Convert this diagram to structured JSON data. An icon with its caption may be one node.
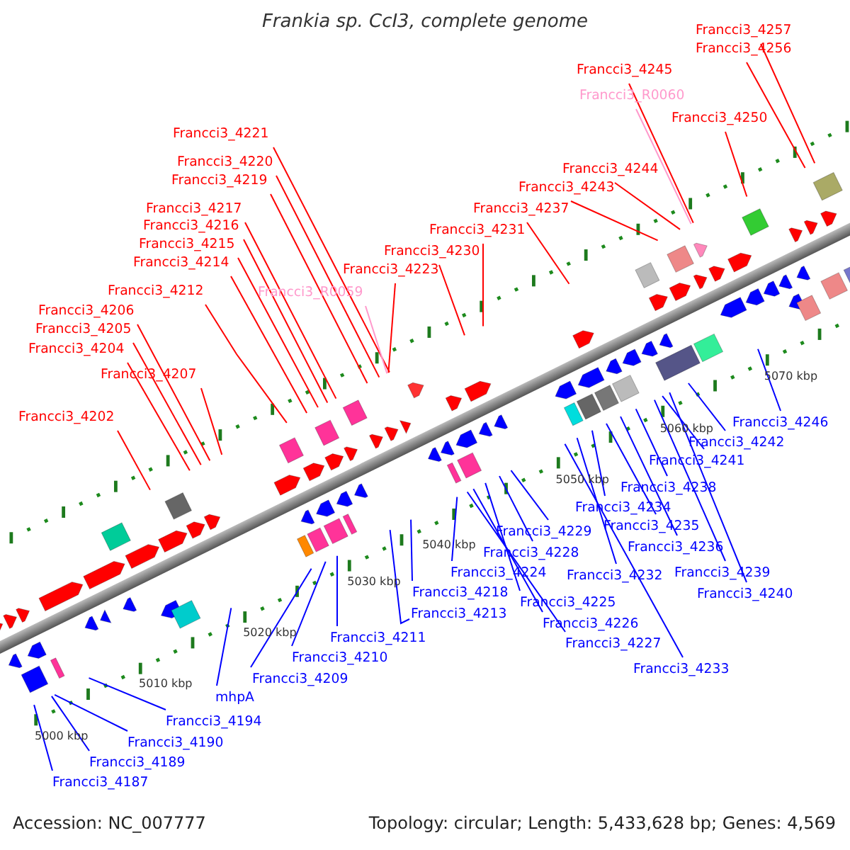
{
  "diagram": {
    "title": "Frankia sp. CcI3, complete genome",
    "nodes": [
      {
        "text": [
          "Francci3_4257"
        ]
      },
      {
        "text": [
          "Francci3_4256"
        ]
      },
      {
        "text": [
          "Francci3_4245"
        ]
      },
      {
        "text": [
          "Francci3_R0060"
        ]
      },
      {
        "text": [
          "Francci3_4250"
        ]
      },
      {
        "text": [
          "Francci3_4221"
        ]
      },
      {
        "text": [
          "Francci3_4220"
        ]
      },
      {
        "text": [
          "Francci3_4244"
        ]
      },
      {
        "text": [
          "Francci3_4219"
        ]
      },
      {
        "text": [
          "Francci3_4243"
        ]
      },
      {
        "text": [
          "Francci3_4237"
        ]
      },
      {
        "text": [
          "Francci3_4217"
        ]
      },
      {
        "text": [
          "Francci3_4216"
        ]
      },
      {
        "text": [
          "Francci3_4231"
        ]
      },
      {
        "text": [
          "Francci3_4215"
        ]
      },
      {
        "text": [
          "Francci3_4230"
        ]
      },
      {
        "text": [
          "Francci3_4214"
        ]
      },
      {
        "text": [
          "Francci3_4223"
        ]
      },
      {
        "text": [
          "Francci3_4212"
        ]
      },
      {
        "text": [
          "Francci3_R0059"
        ]
      },
      {
        "text": [
          "Francci3_4206"
        ]
      },
      {
        "text": [
          "Francci3_4205"
        ]
      },
      {
        "text": [
          "Francci3_4204"
        ]
      },
      {
        "text": [
          "Francci3_4207"
        ]
      },
      {
        "text": [
          "Francci3_4202"
        ]
      },
      {
        "text": [
          "Francci3_4246"
        ]
      },
      {
        "text": [
          "Francci3_4242"
        ]
      },
      {
        "text": [
          "Francci3_4241"
        ]
      },
      {
        "text": [
          "Francci3_4238"
        ]
      },
      {
        "text": [
          "Francci3_4234"
        ]
      },
      {
        "text": [
          "Francci3_4235"
        ]
      },
      {
        "text": [
          "Francci3_4229"
        ]
      },
      {
        "text": [
          "Francci3_4236"
        ]
      },
      {
        "text": [
          "Francci3_4228"
        ]
      },
      {
        "text": [
          "Francci3_4239"
        ]
      },
      {
        "text": [
          "Francci3_4224"
        ]
      },
      {
        "text": [
          "Francci3_4232"
        ]
      },
      {
        "text": [
          "Francci3_4218"
        ]
      },
      {
        "text": [
          "Francci3_4240"
        ]
      },
      {
        "text": [
          "Francci3_4213"
        ]
      },
      {
        "text": [
          "Francci3_4225"
        ]
      },
      {
        "text": [
          "Francci3_4226"
        ]
      },
      {
        "text": [
          "Francci3_4211"
        ]
      },
      {
        "text": [
          "Francci3_4227"
        ]
      },
      {
        "text": [
          "Francci3_4210"
        ]
      },
      {
        "text": [
          "Francci3_4233"
        ]
      },
      {
        "text": [
          "Francci3_4209"
        ]
      },
      {
        "text": [
          "mhpA"
        ]
      },
      {
        "text": [
          "Francci3_4194"
        ]
      },
      {
        "text": [
          "Francci3_4190"
        ]
      },
      {
        "text": [
          "Francci3_4189"
        ]
      },
      {
        "text": [
          "Francci3_4187"
        ]
      }
    ],
    "edges": [
      {
        "from": 0,
        "to": null,
        "arrow": "none",
        "color": "#ff0000"
      },
      {
        "from": 1,
        "to": null,
        "arrow": "none",
        "color": "#ff0000"
      },
      {
        "from": 2,
        "to": null,
        "arrow": "none",
        "color": "#ff0000"
      },
      {
        "from": 3,
        "to": null,
        "arrow": "none",
        "color": "#ff99cc"
      },
      {
        "from": 4,
        "to": null,
        "arrow": "none",
        "color": "#ff0000"
      },
      {
        "from": 5,
        "to": null,
        "arrow": "none",
        "color": "#ff0000"
      },
      {
        "from": 6,
        "to": null,
        "arrow": "none",
        "color": "#ff0000"
      },
      {
        "from": 7,
        "to": null,
        "arrow": "none",
        "color": "#ff0000"
      },
      {
        "from": 8,
        "to": null,
        "arrow": "none",
        "color": "#ff0000"
      },
      {
        "from": 9,
        "to": null,
        "arrow": "none",
        "color": "#ff0000"
      },
      {
        "from": 10,
        "to": null,
        "arrow": "none",
        "color": "#ff0000"
      },
      {
        "from": 11,
        "to": null,
        "arrow": "none",
        "color": "#ff0000"
      },
      {
        "from": 12,
        "to": null,
        "arrow": "none",
        "color": "#ff0000"
      },
      {
        "from": 13,
        "to": null,
        "arrow": "none",
        "color": "#ff0000"
      },
      {
        "from": 14,
        "to": null,
        "arrow": "none",
        "color": "#ff0000"
      },
      {
        "from": 15,
        "to": null,
        "arrow": "none",
        "color": "#ff0000"
      },
      {
        "from": 16,
        "to": null,
        "arrow": "none",
        "color": "#ff0000"
      },
      {
        "from": 17,
        "to": null,
        "arrow": "none",
        "color": "#ff0000"
      },
      {
        "from": 18,
        "to": null,
        "arrow": "none",
        "color": "#ff0000"
      },
      {
        "from": 19,
        "to": null,
        "arrow": "none",
        "color": "#ff99cc"
      },
      {
        "from": 20,
        "to": null,
        "arrow": "none",
        "color": "#ff0000"
      },
      {
        "from": 21,
        "to": null,
        "arrow": "none",
        "color": "#ff0000"
      },
      {
        "from": 22,
        "to": null,
        "arrow": "none",
        "color": "#ff0000"
      },
      {
        "from": 23,
        "to": null,
        "arrow": "none",
        "color": "#ff0000"
      },
      {
        "from": 24,
        "to": null,
        "arrow": "none",
        "color": "#ff0000"
      },
      {
        "from": 25,
        "to": null,
        "arrow": "none"
      },
      {
        "from": 26,
        "to": null,
        "arrow": "none"
      },
      {
        "from": 27,
        "to": null,
        "arrow": "none"
      },
      {
        "from": 28,
        "to": null,
        "arrow": "none"
      },
      {
        "from": 29,
        "to": null,
        "arrow": "none"
      },
      {
        "from": 30,
        "to": null,
        "arrow": "none"
      },
      {
        "from": 31,
        "to": null,
        "arrow": "none"
      },
      {
        "from": 32,
        "to": null,
        "arrow": "none"
      },
      {
        "from": 33,
        "to": null,
        "arrow": "none"
      },
      {
        "from": 34,
        "to": null,
        "arrow": "none"
      },
      {
        "from": 35,
        "to": null,
        "arrow": "none"
      },
      {
        "from": 36,
        "to": null,
        "arrow": "none"
      },
      {
        "from": 37,
        "to": null,
        "arrow": "none"
      },
      {
        "from": 38,
        "to": null,
        "arrow": "none"
      },
      {
        "from": 39,
        "to": null,
        "arrow": "none"
      },
      {
        "from": 40,
        "to": null,
        "arrow": "none"
      },
      {
        "from": 41,
        "to": null,
        "arrow": "none"
      },
      {
        "from": 42,
        "to": null,
        "arrow": "none"
      },
      {
        "from": 43,
        "to": null,
        "arrow": "none"
      },
      {
        "from": 44,
        "to": null,
        "arrow": "none"
      },
      {
        "from": 45,
        "to": null,
        "arrow": "none"
      },
      {
        "from": 46,
        "to": null,
        "arrow": "none"
      },
      {
        "from": 47,
        "to": null,
        "arrow": "none"
      },
      {
        "from": 48,
        "to": null,
        "arrow": "none"
      },
      {
        "from": 49,
        "to": null,
        "arrow": "none"
      },
      {
        "from": 50,
        "to": null,
        "arrow": "none"
      },
      {
        "from": 51,
        "to": null,
        "arrow": "none"
      }
    ],
    "labels": [
      "5000 kbp",
      "5010 kbp",
      "5020 kbp",
      "5030 kbp",
      "5040 kbp",
      "5050 kbp",
      "5060 kbp",
      "5070 kbp",
      "Accession: NC_007777",
      "Topology: circular; Length: 5,433,628 bp; Genes: 4,569"
    ]
  }
}
